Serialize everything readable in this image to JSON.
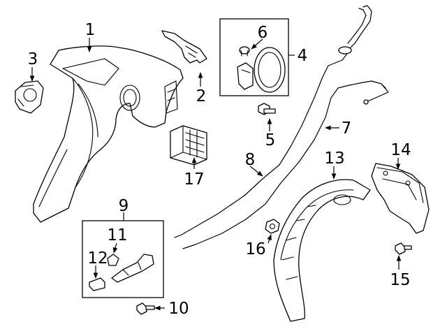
{
  "callouts": {
    "c1": "1",
    "c2": "2",
    "c3": "3",
    "c4": "4",
    "c5": "5",
    "c6": "6",
    "c7": "7",
    "c8": "8",
    "c9": "9",
    "c10": "10",
    "c11": "11",
    "c12": "12",
    "c13": "13",
    "c14": "14",
    "c15": "15",
    "c16": "16",
    "c17": "17"
  },
  "colors": {
    "line": "#000000",
    "background": "#ffffff"
  }
}
